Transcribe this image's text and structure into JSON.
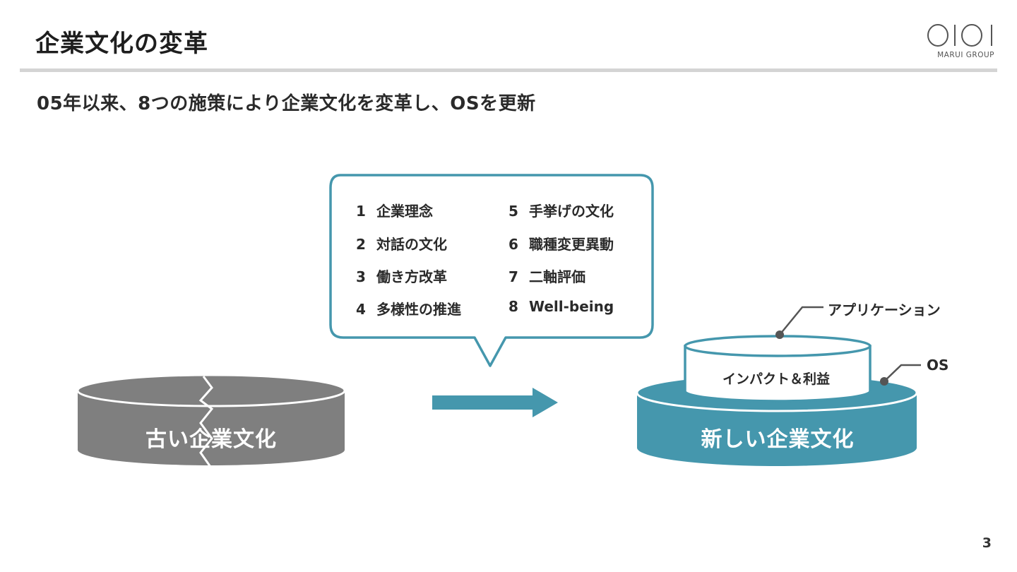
{
  "header": {
    "title": "企業文化の変革",
    "logo_text": "MARUI GROUP"
  },
  "subtitle": "05年以来、8つの施策により企業文化を変革し、OSを更新",
  "measures": [
    {
      "num": "1",
      "label": "企業理念"
    },
    {
      "num": "2",
      "label": "対話の文化"
    },
    {
      "num": "3",
      "label": "働き方改革"
    },
    {
      "num": "4",
      "label": "多様性の推進"
    },
    {
      "num": "5",
      "label": "手挙げの文化"
    },
    {
      "num": "6",
      "label": "職種変更異動"
    },
    {
      "num": "7",
      "label": "二軸評価"
    },
    {
      "num": "8",
      "label": "Well-being"
    }
  ],
  "old_culture": {
    "label": "古い企業文化"
  },
  "new_culture": {
    "label": "新しい企業文化",
    "application_text": "インパクト＆利益",
    "application_callout": "アプリケーション",
    "os_callout": "OS"
  },
  "page_number": "3",
  "colors": {
    "teal": "#4597ad",
    "gray": "#7f7f7f",
    "divider": "#d4d4d4"
  }
}
